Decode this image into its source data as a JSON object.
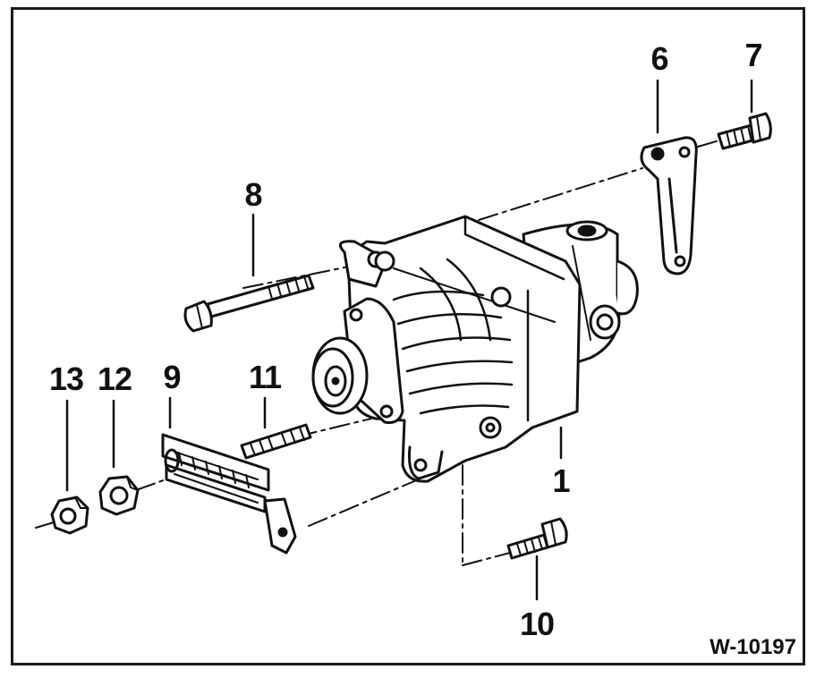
{
  "figure": {
    "id": "W-10197"
  },
  "callouts": {
    "pump": "1",
    "bracket": "6",
    "bracket_bolt": "7",
    "long_bolt": "8",
    "tension_bar": "9",
    "mount_bolt": "10",
    "stud": "11",
    "hex_nut": "12",
    "lock_nut": "13"
  },
  "colors": {
    "ink": "#111111",
    "paper": "#ffffff"
  }
}
